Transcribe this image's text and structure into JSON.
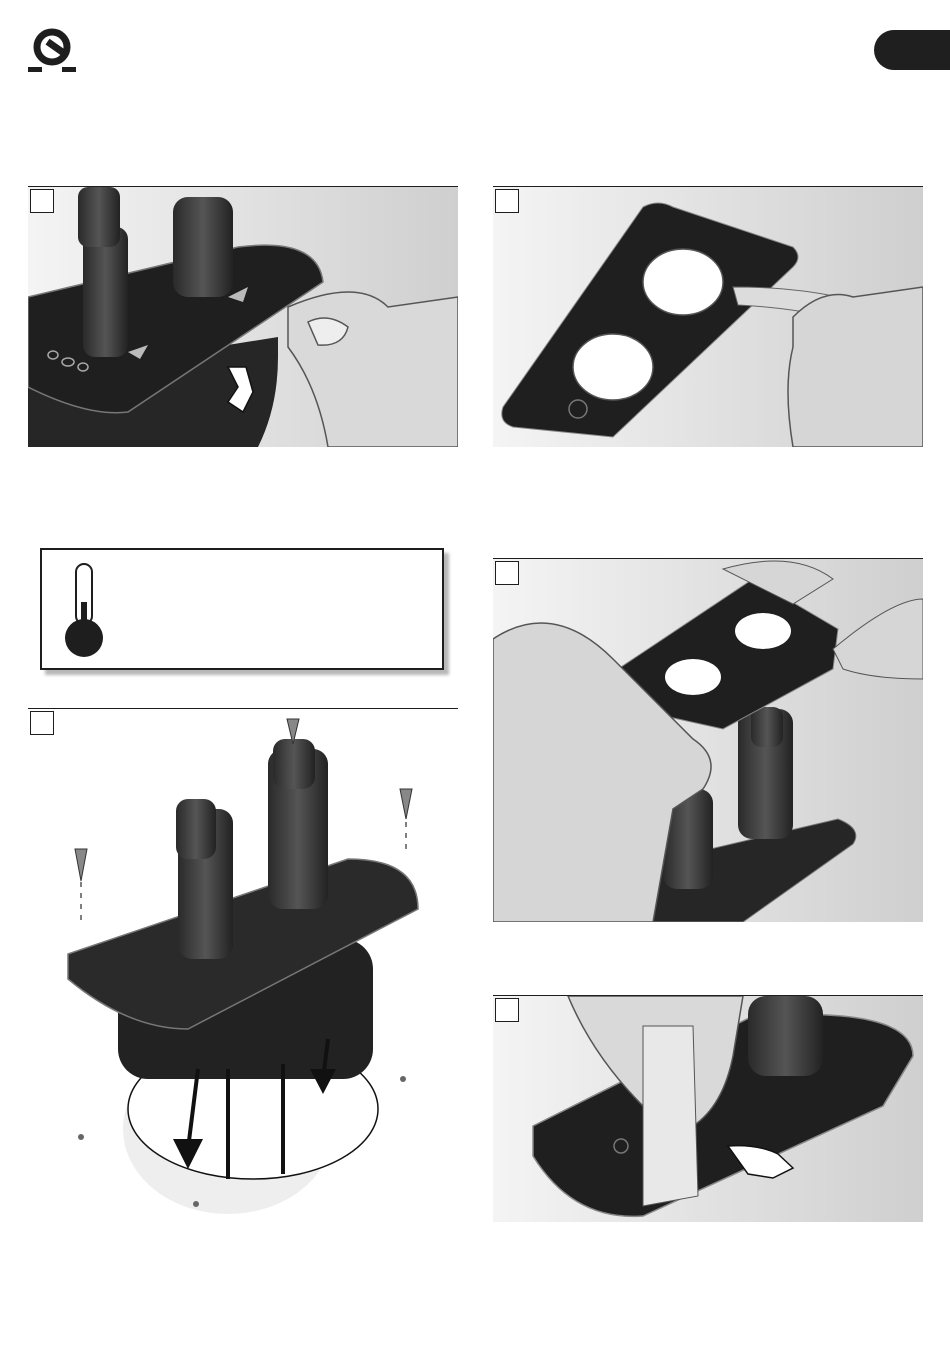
{
  "header": {
    "logo_icon": "quick-logo-icon",
    "tab_icon": "language-tab"
  },
  "steps": [
    {
      "number": "",
      "illustration": "remove-protective-film-from-control-panel"
    },
    {
      "number": "",
      "illustration": "peel-backing-from-adhesive-overlay"
    },
    {
      "number": "",
      "illustration": "install-panel-with-screws-into-cutout"
    },
    {
      "number": "",
      "illustration": "place-adhesive-overlay-on-panel"
    },
    {
      "number": "",
      "illustration": "press-overlay-onto-panel"
    }
  ],
  "warning": {
    "icon": "thermometer-icon",
    "text": ""
  },
  "colors": {
    "dark": "#1f1f1f",
    "panel_bg": "#e6e6e6",
    "ink": "#1e1e1e"
  }
}
